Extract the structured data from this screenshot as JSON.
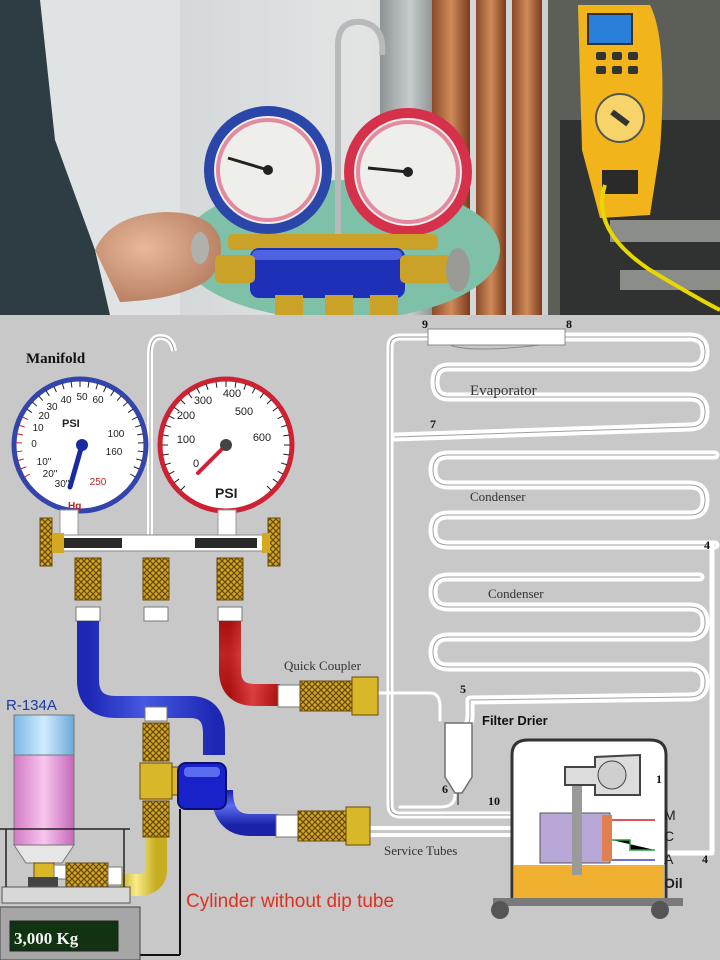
{
  "diagram": {
    "manifold_label": "Manifold",
    "evaporator_label": "Evaporator",
    "condenser_label_1": "Condenser",
    "condenser_label_2": "Condenser",
    "quick_coupler_label": "Quick Coupler",
    "filter_drier_label": "Filter Drier",
    "service_tubes_label": "Service Tubes",
    "refrigerant_label": "R-134A",
    "scale_reading": "3,000 Kg",
    "caption": "Cylinder without dip tube",
    "oil_label": "Oil",
    "terminal_m": "M",
    "terminal_c": "C",
    "terminal_a": "A",
    "point_numbers": {
      "p9": "9",
      "p8": "8",
      "p7": "7",
      "p4a": "4",
      "p5": "5",
      "p6": "6",
      "p10": "10",
      "p1": "1",
      "p4b": "4"
    },
    "low_gauge": {
      "unit": "PSI",
      "vacuum_unit": "Hg",
      "ticks": [
        "0",
        "10",
        "20",
        "30",
        "40",
        "50",
        "60",
        "100",
        "160",
        "10\"",
        "20\"",
        "30\"",
        "250"
      ]
    },
    "high_gauge": {
      "unit": "PSI",
      "ticks": [
        "0",
        "100",
        "200",
        "300",
        "400",
        "500",
        "600"
      ]
    }
  },
  "colors": {
    "low_side": "#2233cc",
    "high_side": "#cc2222",
    "charge_hose": "#e8d24a",
    "brass": "#c9a227",
    "caption": "#e03020",
    "oil": "#f0b030",
    "refrigerant": "#f0a8e0"
  }
}
